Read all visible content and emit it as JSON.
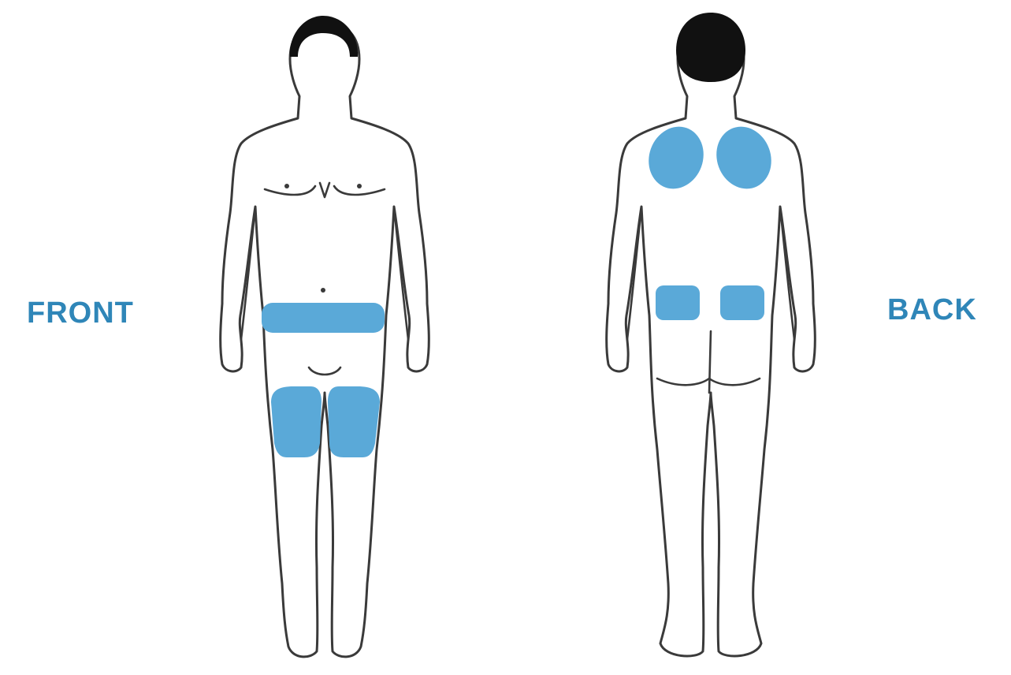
{
  "labels": {
    "front": "FRONT",
    "back": "BACK"
  },
  "colors": {
    "label": "#2f86b8",
    "zone_fill": "#5aa9d8",
    "outline": "#3a3a3a",
    "hair": "#111111",
    "background": "#ffffff"
  },
  "figures": [
    {
      "view": "front",
      "highlighted_zones": [
        "abdomen-band",
        "left-thigh",
        "right-thigh"
      ]
    },
    {
      "view": "back",
      "highlighted_zones": [
        "left-upper-back",
        "right-upper-back",
        "left-lower-back",
        "right-lower-back"
      ]
    }
  ]
}
